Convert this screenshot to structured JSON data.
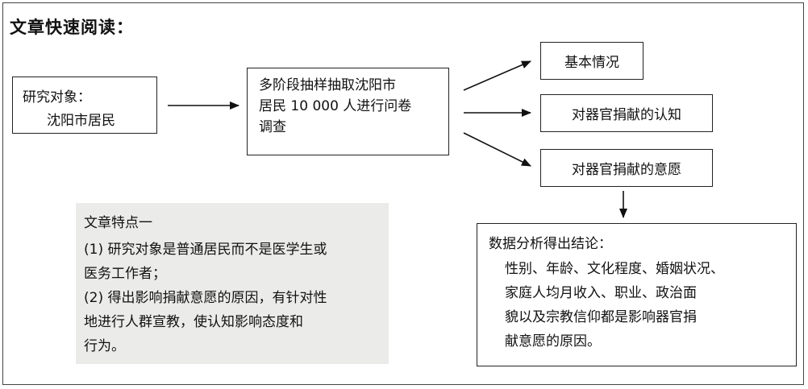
{
  "title": "文章快速阅读：",
  "study_object": {
    "label": "研究对象：",
    "value": "沈阳市居民"
  },
  "survey": {
    "line1": "多阶段抽样抽取沈阳市",
    "line2": "居民 10 000 人进行问卷",
    "line3": "调查"
  },
  "topics": {
    "basic": "基本情况",
    "cognition": "对器官捐献的认知",
    "willingness": "对器官捐献的意愿"
  },
  "features": {
    "title": "文章特点一",
    "item1_num": "(1)",
    "item1_line1": "研究对象是普通居民而不是医学生或",
    "item1_line2": "医务工作者；",
    "item2_num": "(2)",
    "item2_line1": "得出影响捐献意愿的原因，有针对性",
    "item2_line2": "地进行人群宣教，使认知影响态度和",
    "item2_line3": "行为。"
  },
  "conclusion": {
    "title": "数据分析得出结论：",
    "line1": "性别、年龄、文化程度、婚姻状况、",
    "line2": "家庭人均月收入、职业、政治面",
    "line3": "貌以及宗教信仰都是影响器官捐",
    "line4": "献意愿的原因。"
  }
}
